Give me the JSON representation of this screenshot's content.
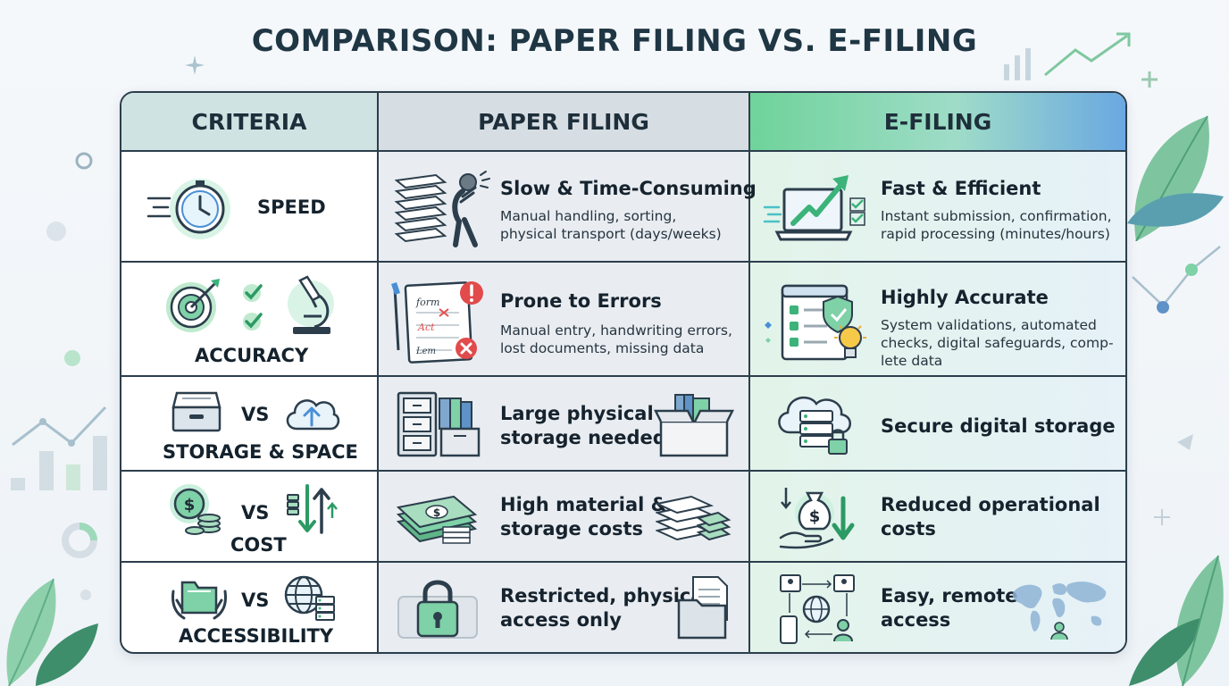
{
  "title": "COMPARISON: PAPER FILING VS. E-FILING",
  "colors": {
    "border": "#2c3e4c",
    "header_criteria": "#cfe3e3",
    "header_paper": "#d6dde3",
    "header_efiling_start": "#6fd39a",
    "header_efiling_end": "#6aa8e2",
    "paper_column": "#e9edf1",
    "efiling_column": "#e3f4ee",
    "accent_green": "#4cbf86",
    "accent_blue": "#4a8fd6"
  },
  "headers": {
    "criteria": "CRITERIA",
    "paper": "PAPER FILING",
    "efiling": "E-FILING"
  },
  "rows": [
    {
      "criteria": {
        "label": "SPEED",
        "icons": [
          "stopwatch-icon"
        ]
      },
      "paper": {
        "title": "Slow & Time-Consuming",
        "desc_lines": [
          "Manual handling, sorting,",
          "physical transport (days/weeks)"
        ],
        "icons": [
          "paper-stack-icon",
          "stressed-person-icon"
        ]
      },
      "efiling": {
        "title": "Fast & Efficient",
        "desc_lines": [
          "Instant submission, confirmation,",
          "rapid processing (minutes/hours)"
        ],
        "icons": [
          "laptop-growth-icon"
        ]
      }
    },
    {
      "criteria": {
        "label": "ACCURACY",
        "icons": [
          "target-icon",
          "checkmarks-icon",
          "microscope-icon"
        ]
      },
      "paper": {
        "title": "Prone to Errors",
        "desc_lines": [
          "Manual entry, handwriting errors,",
          "lost documents, missing data"
        ],
        "form_words": [
          "form",
          "Act",
          "Lem"
        ],
        "icons": [
          "error-form-icon"
        ]
      },
      "efiling": {
        "title": "Highly Accurate",
        "desc_lines": [
          "System validations, automated",
          "checks, digital safeguards, comp-",
          "lete data"
        ],
        "icons": [
          "checklist-shield-icon",
          "lightbulb-icon"
        ]
      }
    },
    {
      "criteria": {
        "label": "STORAGE & SPACE",
        "vs": "VS",
        "icons": [
          "file-drawer-icon",
          "cloud-upload-icon"
        ]
      },
      "paper": {
        "title_lines": [
          "Large physical",
          "storage needed"
        ],
        "icons": [
          "filing-cabinet-icon",
          "archive-box-icon"
        ]
      },
      "efiling": {
        "title_lines": [
          "Secure digital storage"
        ],
        "icons": [
          "cloud-server-lock-icon"
        ]
      }
    },
    {
      "criteria": {
        "label": "COST",
        "vs": "VS",
        "icons": [
          "coins-icon",
          "transfer-arrows-icon"
        ]
      },
      "paper": {
        "title_lines": [
          "High material &",
          "storage costs"
        ],
        "icons": [
          "cash-stack-icon",
          "paper-bundle-icon"
        ]
      },
      "efiling": {
        "title_lines": [
          "Reduced operational",
          "costs"
        ],
        "icons": [
          "money-bag-down-icon"
        ]
      }
    },
    {
      "criteria": {
        "label": "ACCESSIBILITY",
        "vs": "VS",
        "icons": [
          "folder-hands-icon",
          "globe-server-icon"
        ]
      },
      "paper": {
        "title_lines": [
          "Restricted, physical",
          "access only"
        ],
        "icons": [
          "padlock-icon",
          "document-folder-icon"
        ]
      },
      "efiling": {
        "title_lines": [
          "Easy, remote",
          "access"
        ],
        "icons": [
          "network-users-icon",
          "world-map-icon"
        ]
      }
    }
  ]
}
